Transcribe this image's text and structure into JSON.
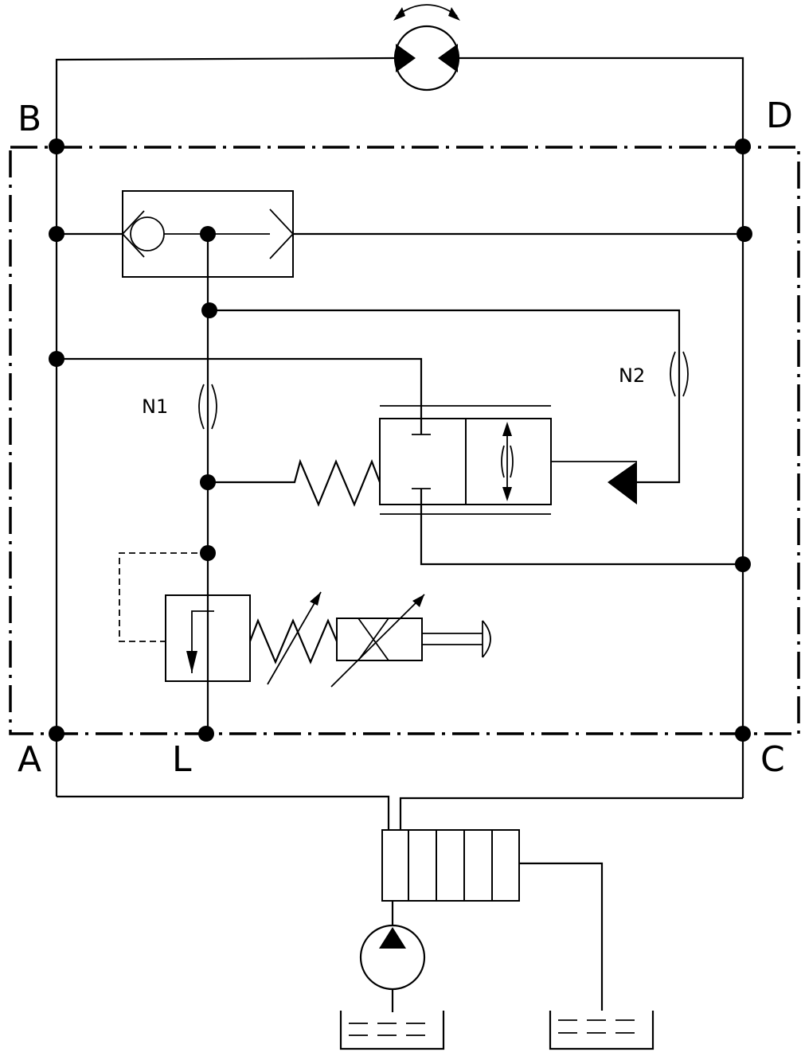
{
  "ports": {
    "a": "A",
    "b": "B",
    "c": "C",
    "d": "D",
    "l": "L"
  },
  "orifices": {
    "n1": "N1",
    "n2": "N2"
  },
  "colors": {
    "line": "#000000",
    "background": "#ffffff"
  }
}
